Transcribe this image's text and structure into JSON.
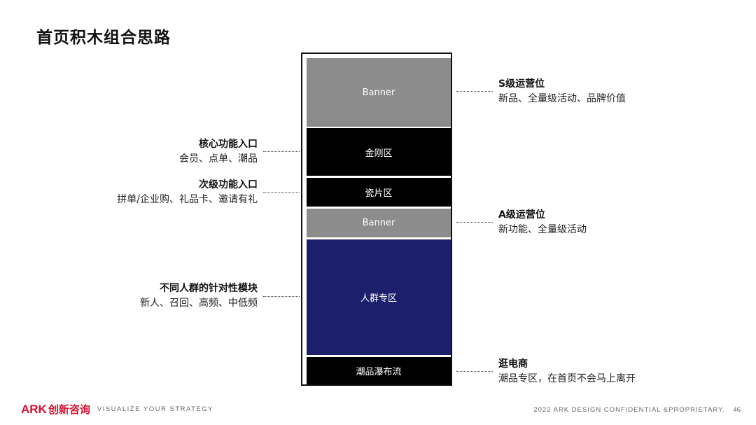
{
  "title": "首页积木组合思路",
  "colors": {
    "banner": "#8c8c8c",
    "black": "#000000",
    "navy": "#1c1f6b",
    "brand_red": "#d8102e"
  },
  "blocks": [
    {
      "label": "Banner"
    },
    {
      "label": "金刚区"
    },
    {
      "label": "瓷片区"
    },
    {
      "label": "Banner"
    },
    {
      "label": "人群专区"
    },
    {
      "label": "潮品瀑布流"
    }
  ],
  "annotations_right": [
    {
      "heading": "S级运营位",
      "sub": "新品、全量级活动、品牌价值"
    },
    {
      "heading": "A级运营位",
      "sub": "新功能、全量级活动"
    },
    {
      "heading": "逛电商",
      "sub": "潮品专区，在首页不会马上离开"
    }
  ],
  "annotations_left": [
    {
      "heading": "核心功能入口",
      "sub": "会员、点单、潮品"
    },
    {
      "heading": "次级功能入口",
      "sub": "拼单/企业购、礼品卡、邀请有礼"
    },
    {
      "heading": "不同人群的针对性模块",
      "sub": "新人、召回、高频、中低频"
    }
  ],
  "footer": {
    "logo_mark": "ARK",
    "logo_cn": "创新咨询",
    "slogan": "VISUALIZE YOUR STRATEGY",
    "confidential": "2022 ARK DESIGN CONFIDENTIAL &PROPRIETARY.",
    "page_number": "46"
  }
}
